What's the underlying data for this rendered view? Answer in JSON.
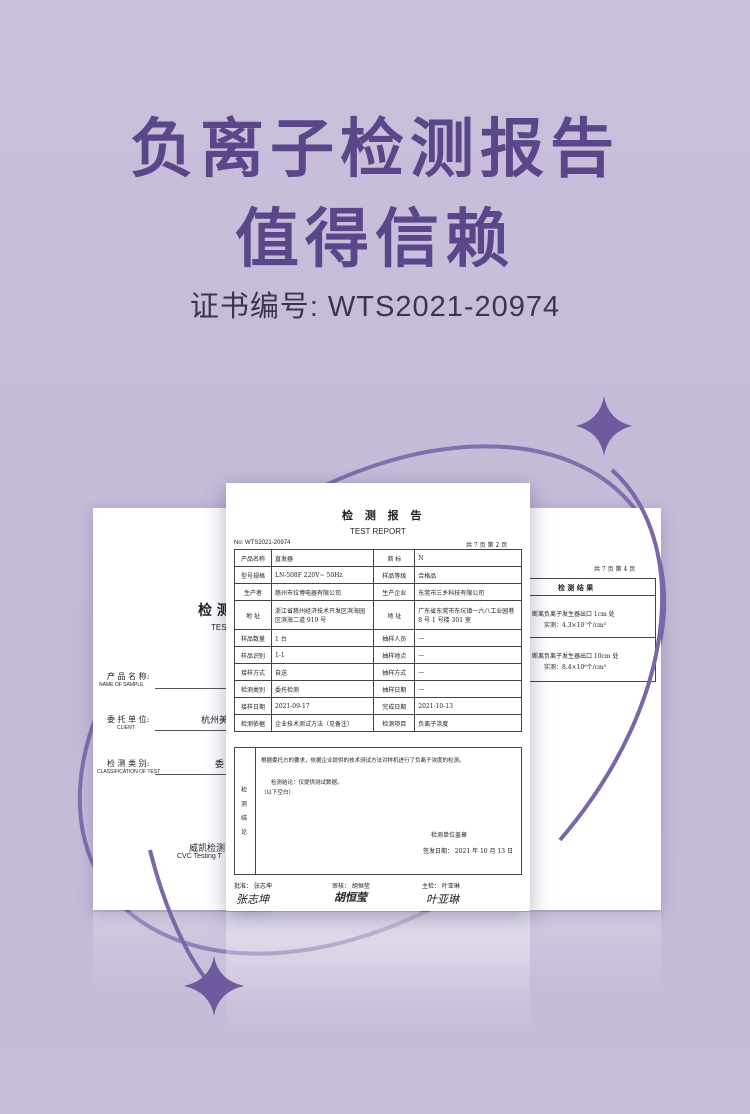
{
  "headline": {
    "line1": "负离子检测报告",
    "line2": "值得信赖",
    "certificate": "证书编号: WTS2021-20974"
  },
  "left_doc": {
    "title_partial": "检 测",
    "title_en_partial": "TEST",
    "fields": [
      {
        "label": "产 品 名 称:",
        "label_en": "NAME OF SAMPLE",
        "value": ""
      },
      {
        "label": "委 托 单 位:",
        "label_en": "CLIENT",
        "value": "杭州美"
      },
      {
        "label": "检 测 类 别:",
        "label_en": "CLASSIFICATION OF TEST",
        "value": "委"
      }
    ],
    "org": "威凯检测",
    "org_en": "CVC Testing T"
  },
  "center_doc": {
    "title": "检 测 报 告",
    "title_en": "TEST REPORT",
    "report_no": "No: WTS2021-20974",
    "page": "共 7 页 第 2 页",
    "rows": [
      {
        "l1": "产品名称",
        "v1": "直发器",
        "l2": "商 标",
        "v2": "N"
      },
      {
        "l1": "型号规格",
        "v1": "LN-508F 220V~ 50Hz",
        "l2": "样品等级",
        "v2": "合格品"
      },
      {
        "l1": "生产者",
        "v1": "慈州市拉博电器有限公司",
        "l2": "生产企业",
        "v2": "东莞市三乡科技有限公司"
      },
      {
        "l1": "地 址",
        "v1": "浙江省慈州经济技术开发区滨海园区滨海二道 919 号",
        "l2": "地 址",
        "v2": "广东省东莞市东坑镇一六八工业园巷 8 号 1 号楼 301 室"
      },
      {
        "l1": "样品数量",
        "v1": "1 台",
        "l2": "抽样人员",
        "v2": "—"
      },
      {
        "l1": "样品识别",
        "v1": "1-1",
        "l2": "抽样地点",
        "v2": "—"
      },
      {
        "l1": "接样方式",
        "v1": "自送",
        "l2": "抽样方式",
        "v2": "—"
      },
      {
        "l1": "检测类别",
        "v1": "委托检测",
        "l2": "抽样日期",
        "v2": "—"
      },
      {
        "l1": "接样日期",
        "v1": "2021-09-17",
        "l2": "完成日期",
        "v2": "2021-10-13"
      },
      {
        "l1": "检测依据",
        "v1": "企业技术测试方法（见备注）",
        "l2": "检测项目",
        "v2": "负离子浓度"
      }
    ],
    "conclusion_label": "检 测 结 论",
    "conclusion_text1": "根据委托方的要求，依据企业提供的技术测试方法对样机进行了负离子浓度的检测。",
    "conclusion_text2": "检测结论：仅提供测试数据。",
    "conclusion_text3": "（以下空白）",
    "seal": "检测单位盖章",
    "issue_date": "签发日期：    2021 年 10 月 13 日",
    "approver": "批准：  张志坤",
    "reviewer": "审核：  胡恒莹",
    "inspector": "主检：  叶亚琳",
    "sig1": "张志坤",
    "sig2": "胡恒莹",
    "sig3": "叶亚琳"
  },
  "right_doc": {
    "page": "共 7 页 第 4 页",
    "header": "检 测 结 果",
    "r1a": "断离负离子发生器出口 1cm 处",
    "r1b": "实测：4.3×10⁷个/cm³",
    "r2a": "断离负离子发生器出口 10cm 处",
    "r2b": "实测：8.4×10⁶个/cm³"
  }
}
